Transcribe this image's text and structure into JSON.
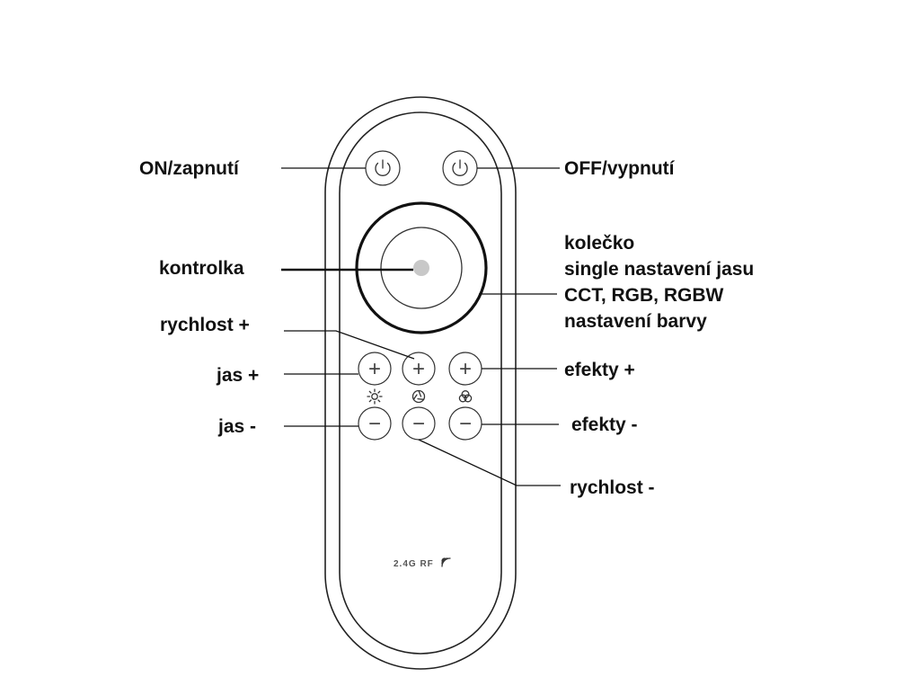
{
  "colors": {
    "ink": "#111111",
    "indicator": "#c8c8c8",
    "background": "#ffffff"
  },
  "icons": {
    "on_button": "power-icon",
    "off_button": "power-icon",
    "brightness": "sun-icon",
    "speed": "aperture-icon",
    "effects": "color-circles-icon",
    "rf": "wireless-signal-icon"
  },
  "remote": {
    "plus_symbol": "+",
    "minus_symbol": "−",
    "rf_label": "2.4G RF"
  },
  "labels": {
    "on": "ON/zapnutí",
    "off": "OFF/vypnutí",
    "indicator": "kontrolka",
    "wheel_lines": [
      "kolečko",
      "single nastavení jasu",
      "CCT, RGB, RGBW",
      "nastavení barvy"
    ],
    "speed_plus": "rychlost +",
    "brightness_plus": "jas +",
    "brightness_minus": "jas -",
    "effects_plus": "efekty +",
    "effects_minus": "efekty -",
    "speed_minus": "rychlost -"
  }
}
